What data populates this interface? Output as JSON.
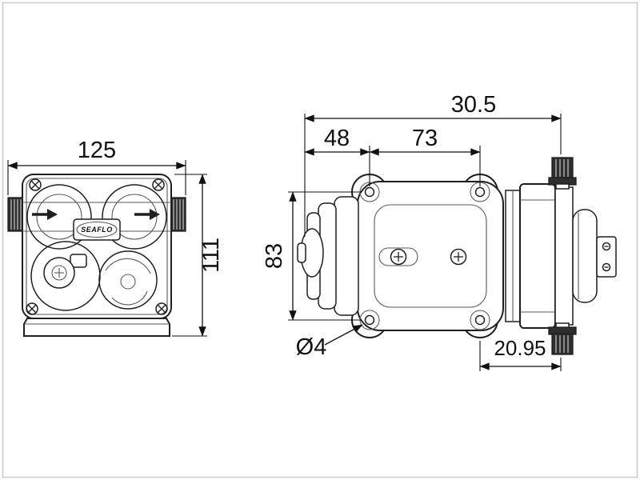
{
  "drawing": {
    "brand_label": "SEAFLO",
    "colors": {
      "ink": "#1f1f1f",
      "port_fill": "#2e2e2e",
      "border": "#c9c9c9"
    },
    "front_view": {
      "width_dim": "125",
      "height_dim": "111"
    },
    "side_view": {
      "total_length_dim": "30.5",
      "mount_offset_dim": "48",
      "mount_spacing_dim": "73",
      "mount_height_dim": "83",
      "hole_diameter_dim": "Ø4",
      "port_offset_dim": "20.95"
    }
  }
}
